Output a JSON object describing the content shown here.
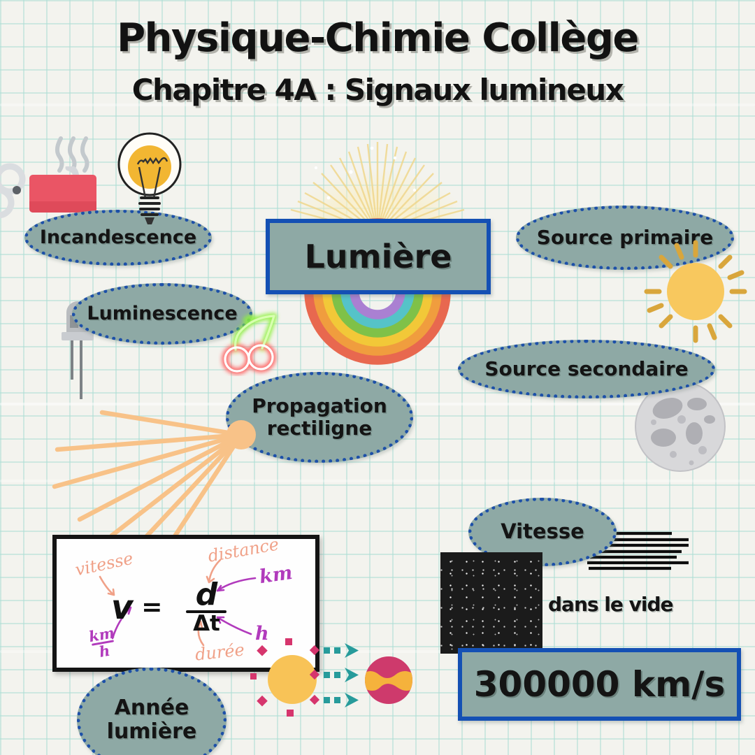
{
  "header": {
    "title": "Physique-Chimie Collège",
    "subtitle": "Chapitre 4A : Signaux lumineux"
  },
  "center_node": {
    "label": "Lumière"
  },
  "bubbles": {
    "incandescence": {
      "label": "Incandescence"
    },
    "luminescence": {
      "label": "Luminescence"
    },
    "source_primaire": {
      "label": "Source primaire"
    },
    "source_secondaire": {
      "label": "Source secondaire"
    },
    "propagation": {
      "line1": "Propagation",
      "line2": "rectiligne"
    },
    "vitesse": {
      "label": "Vitesse"
    },
    "annee_lumiere": {
      "line1": "Année",
      "line2": "lumière"
    }
  },
  "speed_info": {
    "context_label": "dans le vide",
    "value": "300000 km/s"
  },
  "whiteboard_formula": {
    "lhs": "v",
    "equals": "=",
    "numerator": "d",
    "denominator": "Δt",
    "annotation_vitesse": "vitesse",
    "annotation_distance": "distance",
    "annotation_km": "km",
    "annotation_kmh_numerator": "km",
    "annotation_kmh_denominator": "h",
    "annotation_duree": "durée",
    "annotation_h": "h"
  },
  "icons": {
    "lightbulb": "incandescent bulb",
    "toaster": "red toaster with steam",
    "led": "grey LED diode",
    "neon_cherries": "neon cherry sign",
    "sunburst": "light burst",
    "rainbow": "rainbow arc",
    "sun": "sun with rays",
    "moon": "full moon",
    "light_rays": "straight light rays from a point",
    "speed_lines": "motion speed lines",
    "space": "starry dark space square",
    "sun_to_planet": "sun, dashed arrows, planet"
  },
  "colors": {
    "bubble_fill": "#8ea9a5",
    "bubble_border": "#1d50a8",
    "box_border": "#1450b4",
    "paper": "#f3f3ee",
    "grid_line": "#addcd6",
    "annotation_peach": "#f0a188",
    "annotation_magenta": "#b13abc",
    "ray_orange": "#f8c288",
    "sun_yellow": "#f8c85e",
    "planet_pink": "#ce3a6c",
    "arrow_teal": "#279b9b"
  }
}
